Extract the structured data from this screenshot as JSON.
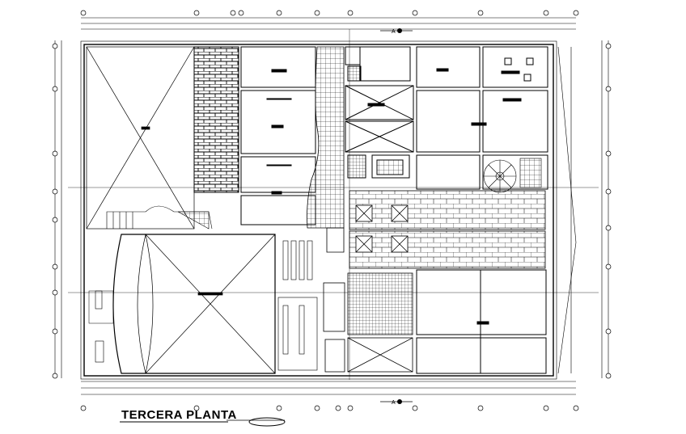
{
  "drawing": {
    "title": "TERCERA PLANTA",
    "section_marker_top": "A",
    "section_marker_bottom": "A"
  }
}
